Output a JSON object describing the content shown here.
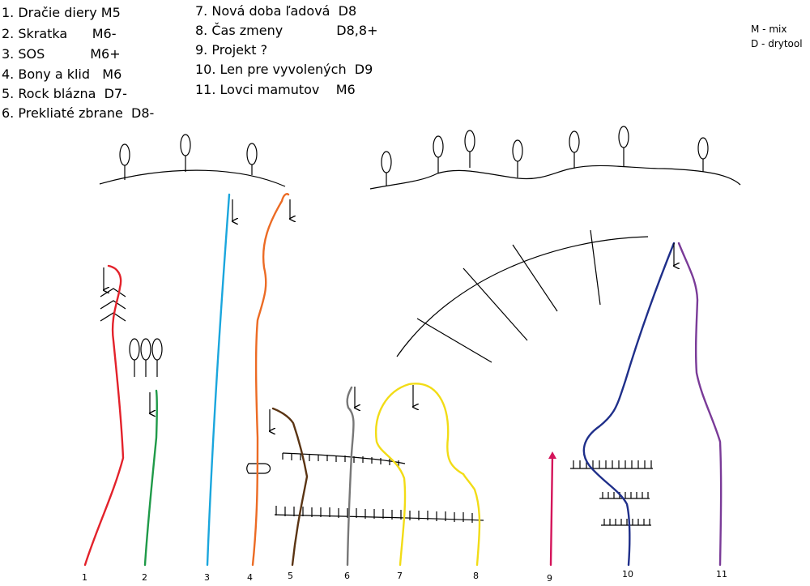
{
  "routes_list": [
    "1. Dračie diery M5",
    "2. Skratka      M6-",
    "3. SOS           M6+",
    "4. Bony a klid   M6",
    "5. Rock blázna  D7-",
    "6. Prekliaté zbrane  D8-",
    "7. Nová doba ľadová  D8",
    "8. Čas zmeny             D8,8+",
    "9. Projekt ?",
    "10. Len pre vyvolených  D9",
    "11. Lovci mamutov    M6"
  ],
  "legend": {
    "mix": "M - mix",
    "drytool": "D - drytool"
  },
  "route_numbers": [
    "1",
    "2",
    "3",
    "4",
    "5",
    "6",
    "7",
    "8",
    "9",
    "10",
    "11"
  ],
  "route_colors": [
    "#e3222b",
    "#1f9a48",
    "#1aa6dd",
    "#ec6b24",
    "#5a3413",
    "#777777",
    "#f2dc16",
    "#f2dc16",
    "#d4145a",
    "#1f2f8a",
    "#7a3b98"
  ]
}
